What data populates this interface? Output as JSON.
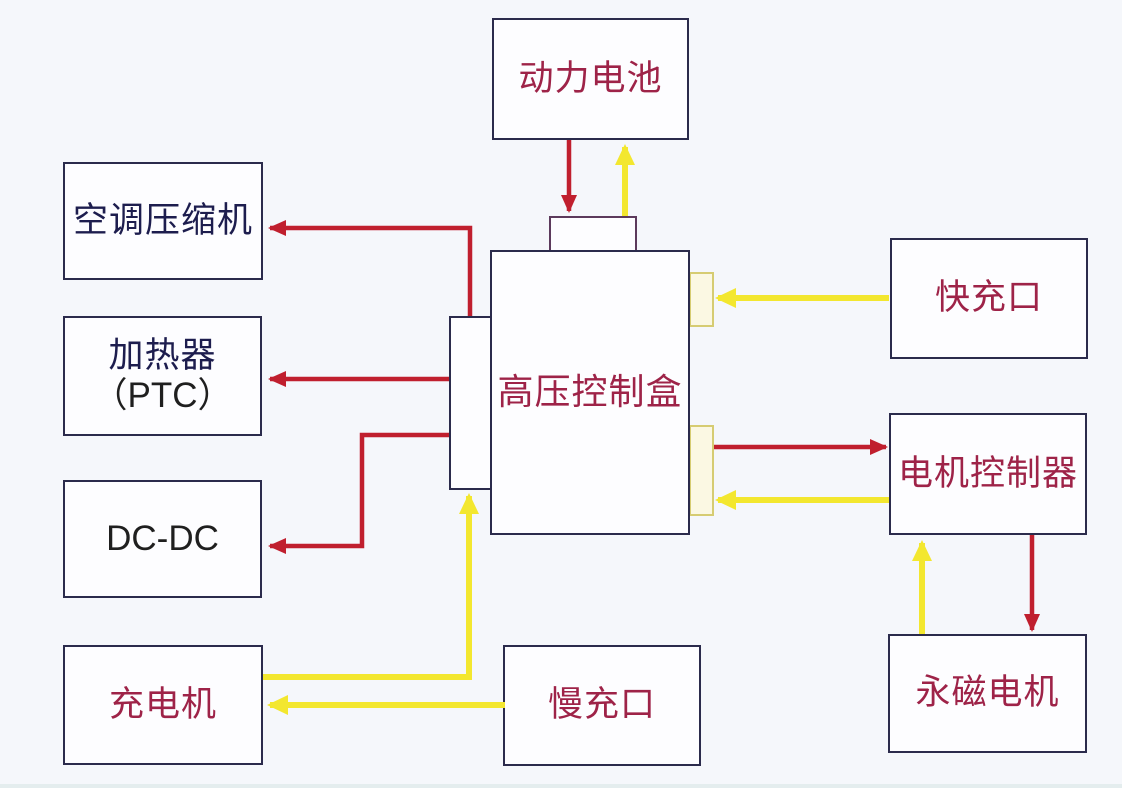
{
  "palette": {
    "background": "#f5f7fb",
    "box_fill": "#fdfdff",
    "box_border": "#2b2b4c",
    "top_tab_border": "#5c3a5c",
    "tab_fill": "#fbf8e3",
    "tab_border": "#d6cc72",
    "red_arrow": "#c01f2e",
    "yellow_arrow": "#f3e72f",
    "text_red": "#9e2348",
    "text_navy": "#1d1d4e",
    "text_black": "#1f1f1f"
  },
  "nodes": {
    "power_battery": {
      "label": "动力电池"
    },
    "ac_compressor": {
      "label": "空调压缩机"
    },
    "heater": {
      "label": "加热器",
      "label2": "（PTC）"
    },
    "dc_dc": {
      "label": "DC-DC"
    },
    "charger": {
      "label": "充电机"
    },
    "slow_charge_port": {
      "label": "慢充口"
    },
    "hv_control_box": {
      "label": "高压控制盒"
    },
    "fast_charge_port": {
      "label": "快充口"
    },
    "motor_controller": {
      "label": "电机控制器"
    },
    "pm_motor": {
      "label": "永磁电机"
    }
  },
  "connections": [
    {
      "from": "动力电池",
      "to": "高压控制盒",
      "color": "red"
    },
    {
      "from": "高压控制盒",
      "to": "动力电池",
      "color": "yellow"
    },
    {
      "from": "高压控制盒",
      "to": "空调压缩机",
      "color": "red"
    },
    {
      "from": "高压控制盒",
      "to": "加热器（PTC）",
      "color": "red"
    },
    {
      "from": "高压控制盒",
      "to": "DC-DC",
      "color": "red"
    },
    {
      "from": "充电机",
      "to": "高压控制盒",
      "color": "yellow"
    },
    {
      "from": "慢充口",
      "to": "充电机",
      "color": "yellow"
    },
    {
      "from": "快充口",
      "to": "高压控制盒",
      "color": "yellow"
    },
    {
      "from": "高压控制盒",
      "to": "电机控制器",
      "color": "red"
    },
    {
      "from": "电机控制器",
      "to": "高压控制盒",
      "color": "yellow"
    },
    {
      "from": "电机控制器",
      "to": "永磁电机",
      "color": "red"
    },
    {
      "from": "永磁电机",
      "to": "电机控制器",
      "color": "yellow"
    }
  ]
}
